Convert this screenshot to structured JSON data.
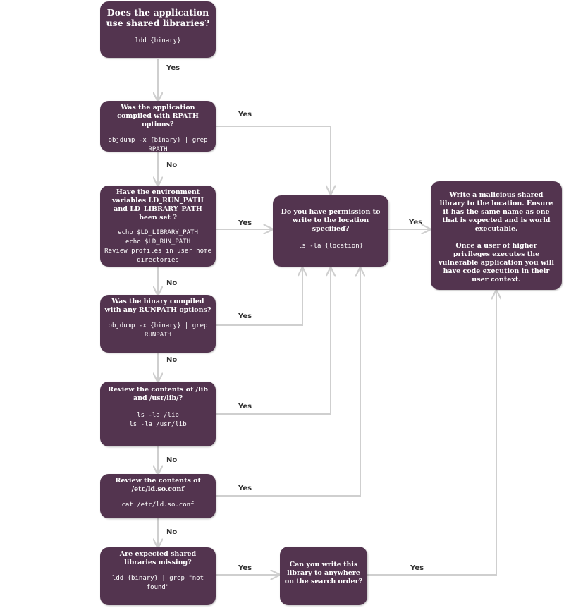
{
  "nodes": {
    "shared_libs": {
      "title": "Does the application use shared libraries?",
      "cmd": "ldd {binary}"
    },
    "rpath": {
      "title": "Was the application compiled with RPATH options?",
      "cmd": "objdump -x {binary} | grep RPATH"
    },
    "env_vars": {
      "title": "Have the environment variables LD_RUN_PATH and LD_LIBRARY_PATH been set ?",
      "cmd": "echo $LD_LIBRARY_PATH\necho $LD_RUN_PATH\nReview profiles in user home directories"
    },
    "runpath": {
      "title": "Was the binary compiled with any RUNPATH options?",
      "cmd": "objdump -x {binary} | grep RUNPATH"
    },
    "lib_dirs": {
      "title": "Review the contents of /lib and /usr/lib/?",
      "cmd": "ls -la /lib\nls -la /usr/lib"
    },
    "ld_conf": {
      "title": "Review the contents of /etc/ld.so.conf",
      "cmd": "cat /etc/ld.so.conf"
    },
    "missing": {
      "title": "Are expected shared libraries missing?",
      "cmd": "ldd {binary} | grep \"not found\""
    },
    "permission": {
      "title": "Do you have permission to write to the location specified?",
      "cmd": "ls -la {location}"
    },
    "write_anywhere": {
      "title": "Can you write this library to anywhere on the search order?"
    },
    "malicious": {
      "text1": "Write a malicious shared library to the location. Ensure it has the same name as one that is expected and is world executable.",
      "text2": "Once a user of higher privileges executes the vulnerable application you will have code execution in their user context."
    }
  },
  "edge_labels": {
    "yes": "Yes",
    "no": "No"
  },
  "colors": {
    "node_fill": "#53344f",
    "edge": "#cfcfcf",
    "label": "#333333"
  }
}
